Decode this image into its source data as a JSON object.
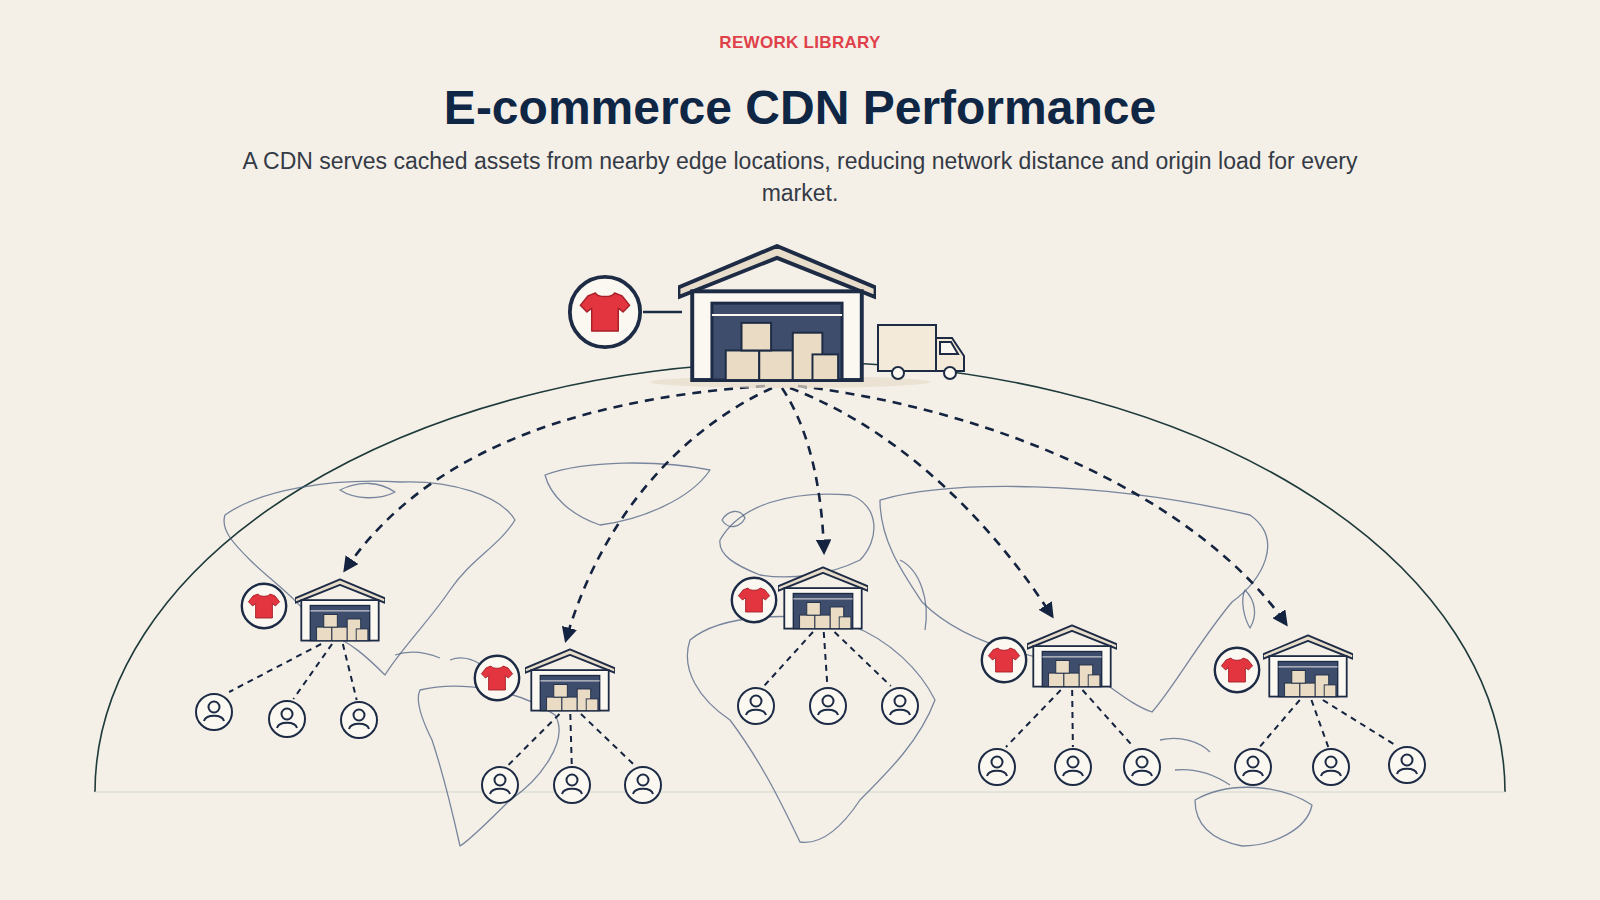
{
  "diagram": {
    "title": "E-commerce CDN Performance",
    "caption": "A CDN serves cached assets from nearby edge locations, reducing network distance and origin load for every market.",
    "labels": [
      "REWORK LIBRARY"
    ]
  }
}
